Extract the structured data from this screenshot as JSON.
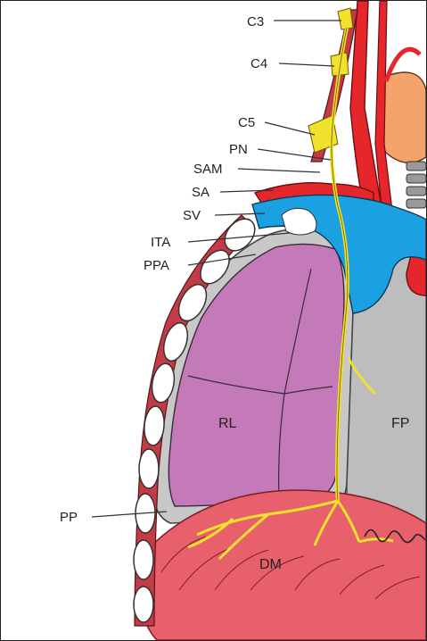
{
  "diagram": {
    "labels": {
      "c3": "C3",
      "c4": "C4",
      "c5": "C5",
      "pn": "PN",
      "sam": "SAM",
      "sa": "SA",
      "sv": "SV",
      "ita": "ITA",
      "ppa": "PPA",
      "pp": "PP",
      "rl": "RL",
      "fp": "FP",
      "dm": "DM"
    },
    "colors": {
      "artery": "#e5262b",
      "vein": "#1ba1e2",
      "nerve": "#f2e12b",
      "lung": "#c47ab8",
      "pericardium": "#bdbdbd",
      "diaphragm": "#e8606b",
      "thyroid": "#f4a46b",
      "rib": "#ffffff",
      "intercostal_muscle": "#c23b46"
    }
  }
}
